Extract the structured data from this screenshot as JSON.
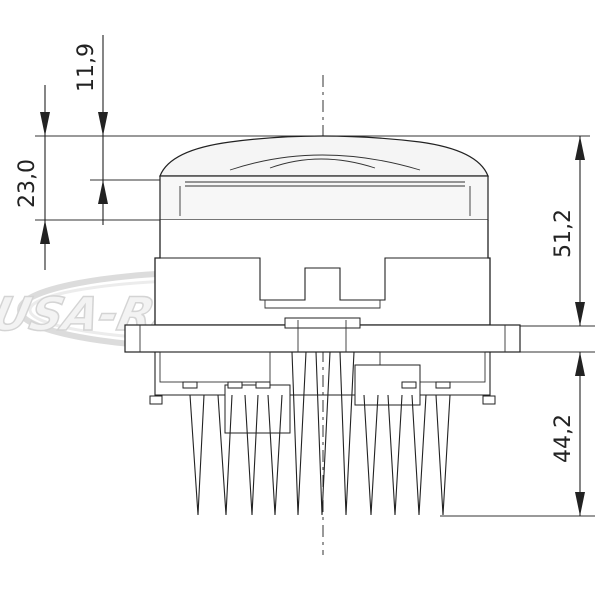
{
  "watermark": {
    "text": "USA-RACING"
  },
  "dimensions": {
    "left_top": "11,9",
    "left_mid": "23,0",
    "right_top": "51,2",
    "right_bottom": "44,2"
  },
  "colors": {
    "line": "#222222",
    "watermark_fill": "#f2f2f2",
    "watermark_stroke": "#d6d6d6",
    "lens_fill": "#f4f4f4"
  }
}
